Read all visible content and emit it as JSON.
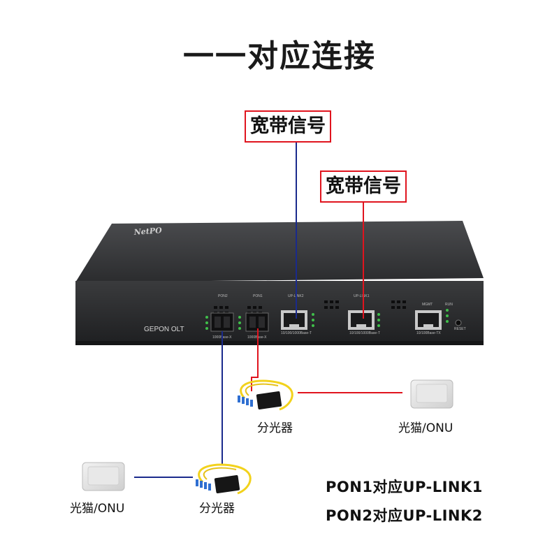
{
  "title": "一一对应连接",
  "callouts": {
    "broadband_top": "宽带信号",
    "broadband_mid": "宽带信号"
  },
  "device": {
    "brand": "NetPO",
    "model": "GEPON OLT",
    "port_labels": {
      "pon2": "PON2",
      "pon1": "PON1",
      "uplink2": "UP-LINK2",
      "uplink1": "UP-LINK1",
      "mgmt": "MGMT",
      "run": "RUN",
      "reset": "RESET",
      "sfp_speed": "1000Base-X",
      "rj45_speed": "10/100/1000Base-T",
      "mgmt_speed": "10/100Base-TX"
    }
  },
  "nodes": {
    "splitter_1": "分光器",
    "splitter_2": "分光器",
    "onu_right": "光猫/ONU",
    "onu_left": "光猫/ONU"
  },
  "mapping": [
    "PON1对应UP-LINK1",
    "PON2对应UP-LINK2"
  ],
  "colors": {
    "line_red": "#e0141e",
    "line_blue": "#1a2a8c",
    "callout_border": "#e0141e",
    "chassis": "#2e2f31"
  }
}
